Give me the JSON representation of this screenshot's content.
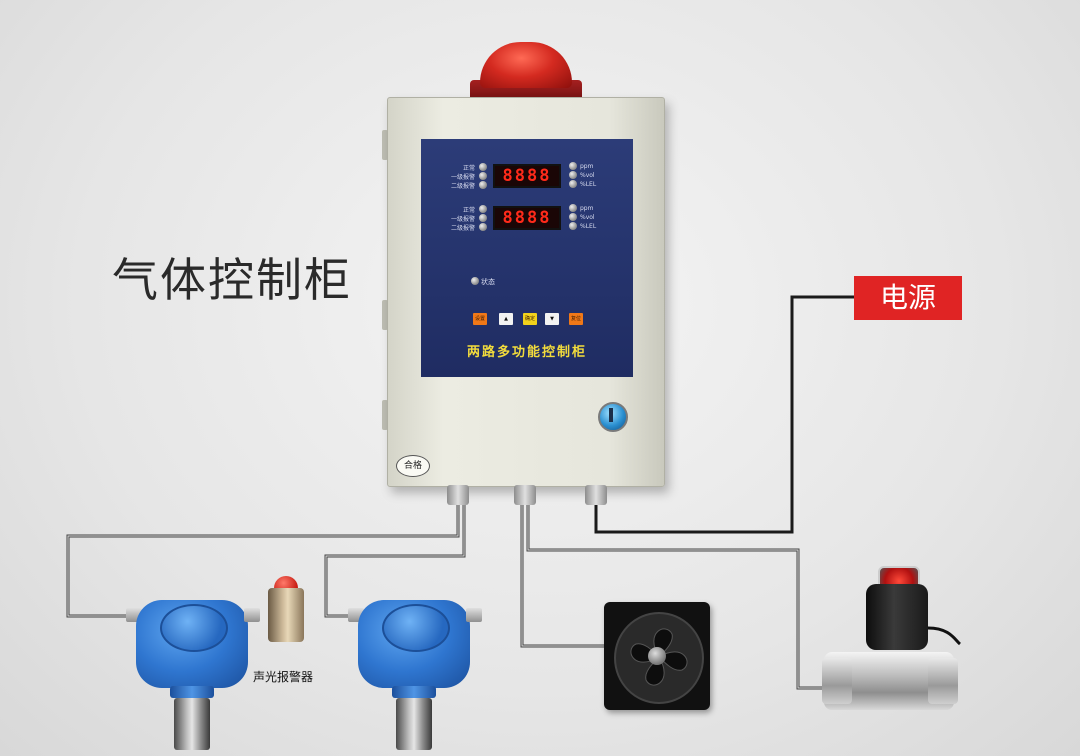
{
  "title": "气体控制柜",
  "power_label": "电源",
  "alarm_label": "声光报警器",
  "controller": {
    "panel_name": "两路多功能控制柜",
    "channel_1": {
      "led_labels": [
        "正常",
        "一级报警",
        "二级报警"
      ],
      "display": "8888",
      "units": [
        "ppm",
        "%vol",
        "%LEL"
      ]
    },
    "channel_2": {
      "led_labels": [
        "正常",
        "一级报警",
        "二级报警"
      ],
      "display": "8888",
      "units": [
        "ppm",
        "%vol",
        "%LEL"
      ]
    },
    "status_label": "状态",
    "buttons": [
      "设置",
      "▲",
      "确定",
      "▼",
      "复位"
    ],
    "certificate": "合格"
  },
  "colors": {
    "accent_red": "#e02424",
    "panel_blue": "#24346e",
    "display_red": "#ff2a1a",
    "panel_text_yellow": "#f3dc3c"
  }
}
